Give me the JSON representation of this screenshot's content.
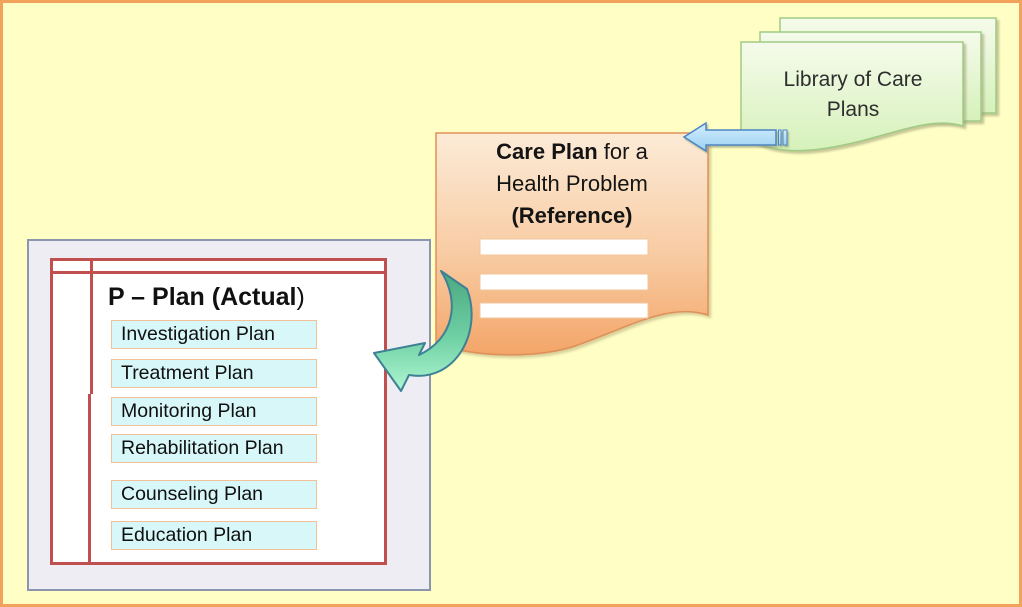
{
  "slide": {
    "background_color": "#FFFFC5",
    "border_color": "#F1A35C"
  },
  "library_stack": {
    "label": "Library of Care Plans",
    "sheet_count": 3,
    "fill_top": "#F5FBEB",
    "fill_bottom": "#D6F1BA",
    "border_color": "#A0CB84"
  },
  "reference_doc": {
    "title_bold": "Care Plan",
    "title_tail": " for a",
    "title_line2": "Health Problem",
    "title_line3": "(Reference)",
    "placeholder_bar_count": 3,
    "fill_top": "#FCEBD7",
    "fill_bottom": "#F3A568",
    "border_color": "#DE9058",
    "bar_fill": "#FFFFFF"
  },
  "arrows": {
    "library_to_reference": {
      "shape": "striped-left-arrow",
      "fill": "#B9E0F8",
      "border_color": "#4D85C3"
    },
    "reference_to_plan": {
      "shape": "curved-left-arrow",
      "fill_top": "#4AA67F",
      "fill_bottom": "#AEF6D1",
      "border_color": "#3E8095"
    }
  },
  "plan_panel": {
    "title_bold": "P – Plan (Actual",
    "title_close": ")",
    "items": [
      "Investigation Plan",
      "Treatment Plan",
      "Monitoring Plan",
      "Rehabilitation Plan",
      "Counseling Plan",
      "Education Plan"
    ],
    "panel_fill": "#EDEDF3",
    "panel_border_color": "#8B96AE",
    "table_border_color": "#C0504D",
    "item_fill": "#D8F7F9",
    "item_border_color": "#F3C197"
  }
}
